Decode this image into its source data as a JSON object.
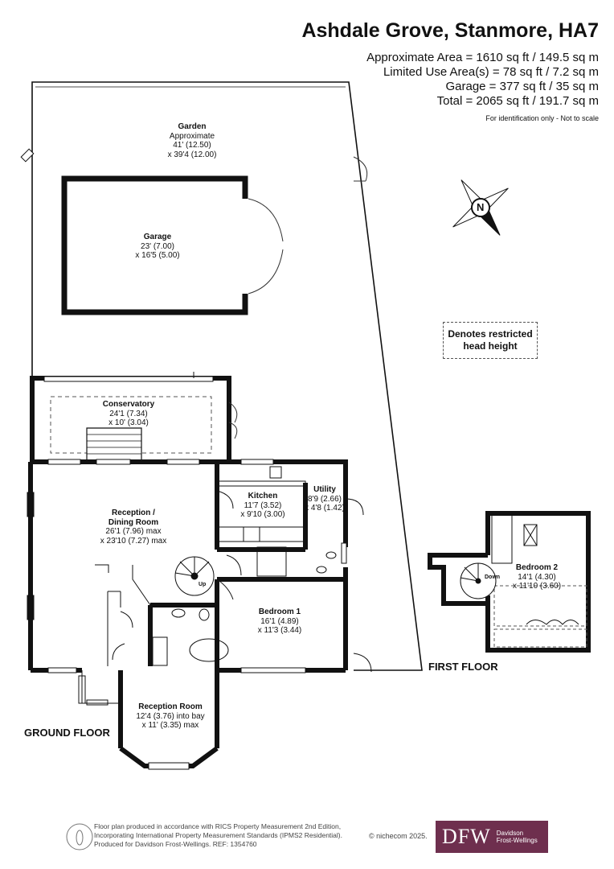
{
  "header": {
    "title": "Ashdale Grove, Stanmore, HA7",
    "areas": [
      "Approximate Area = 1610 sq ft / 149.5 sq m",
      "Limited Use Area(s) = 78 sq ft / 7.2 sq m",
      "Garage = 377 sq ft / 35 sq m",
      "Total = 2065 sq ft / 191.7 sq m"
    ],
    "note": "For identification only - Not to scale"
  },
  "compass": {
    "label": "N"
  },
  "legend": {
    "line1": "Denotes restricted",
    "line2": "head height"
  },
  "rooms": {
    "garden": {
      "name": "Garden",
      "l1": "Approximate",
      "l2": "41' (12.50)",
      "l3": "x 39'4 (12.00)"
    },
    "garage": {
      "name": "Garage",
      "l1": "23' (7.00)",
      "l2": "x 16'5 (5.00)"
    },
    "conservatory": {
      "name": "Conservatory",
      "l1": "24'1 (7.34)",
      "l2": "x 10' (3.04)"
    },
    "reception_dining": {
      "name1": "Reception /",
      "name2": "Dining Room",
      "l1": "26'1 (7.96) max",
      "l2": "x 23'10 (7.27) max"
    },
    "kitchen": {
      "name": "Kitchen",
      "l1": "11'7 (3.52)",
      "l2": "x 9'10 (3.00)"
    },
    "utility": {
      "name": "Utility",
      "l1": "8'9 (2.66)",
      "l2": "x 4'8 (1.42)"
    },
    "bedroom1": {
      "name": "Bedroom 1",
      "l1": "16'1 (4.89)",
      "l2": "x 11'3 (3.44)"
    },
    "reception_room": {
      "name": "Reception Room",
      "l1": "12'4 (3.76) into bay",
      "l2": "x 11' (3.35) max"
    },
    "bedroom2": {
      "name": "Bedroom 2",
      "l1": "14'1 (4.30)",
      "l2": "x 11'10 (3.60)"
    }
  },
  "stairs": {
    "up": "Up",
    "down": "Down"
  },
  "floors": {
    "ground": "GROUND FLOOR",
    "first": "FIRST FLOOR"
  },
  "footer": {
    "line1": "Floor plan produced in accordance with RICS Property Measurement 2nd Edition,",
    "line2": "Incorporating International Property Measurement Standards (IPMS2 Residential).",
    "line3": "Produced for Davidson Frost-Wellings.   REF:  1354760",
    "copyright": "© nichecom 2025.",
    "logo_mark": "DFW",
    "logo_name1": "Davidson",
    "logo_name2": "Frost-Wellings"
  },
  "colors": {
    "wall": "#111111",
    "logo_bg": "#6e2f4e",
    "dashed": "#555555"
  }
}
